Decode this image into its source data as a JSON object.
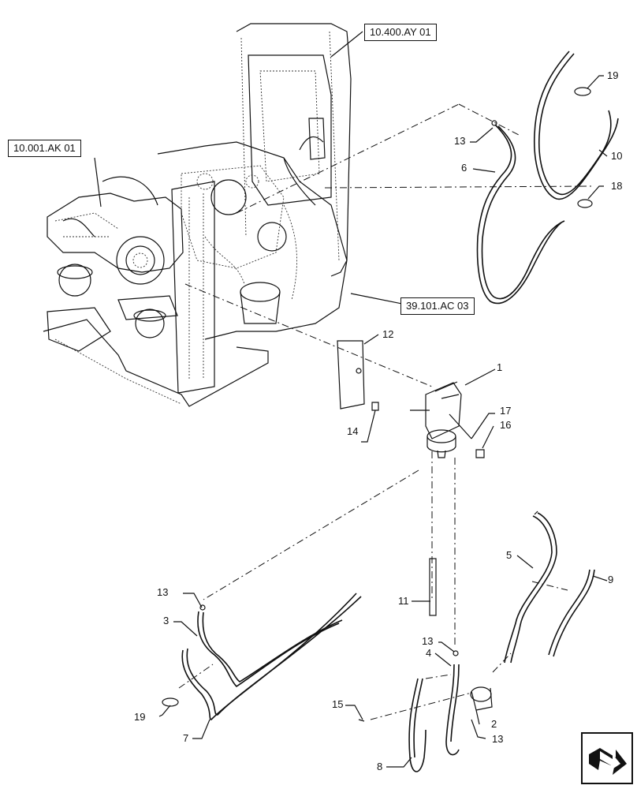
{
  "references": {
    "engine_front": "10.001.AK 01",
    "engine_top": "10.400.AY 01",
    "frame": "39.101.AC 03"
  },
  "callouts": {
    "c1": "1",
    "c2": "2",
    "c3": "3",
    "c4": "4",
    "c5": "5",
    "c6": "6",
    "c7": "7",
    "c8": "8",
    "c9": "9",
    "c10": "10",
    "c11": "11",
    "c12": "12",
    "c13a": "13",
    "c13b": "13",
    "c13c": "13",
    "c13d": "13",
    "c14": "14",
    "c15": "15",
    "c16": "16",
    "c17": "17",
    "c18": "18",
    "c19a": "19",
    "c19b": "19"
  },
  "icons": {
    "navigation": "next-page-arrow-icon"
  }
}
